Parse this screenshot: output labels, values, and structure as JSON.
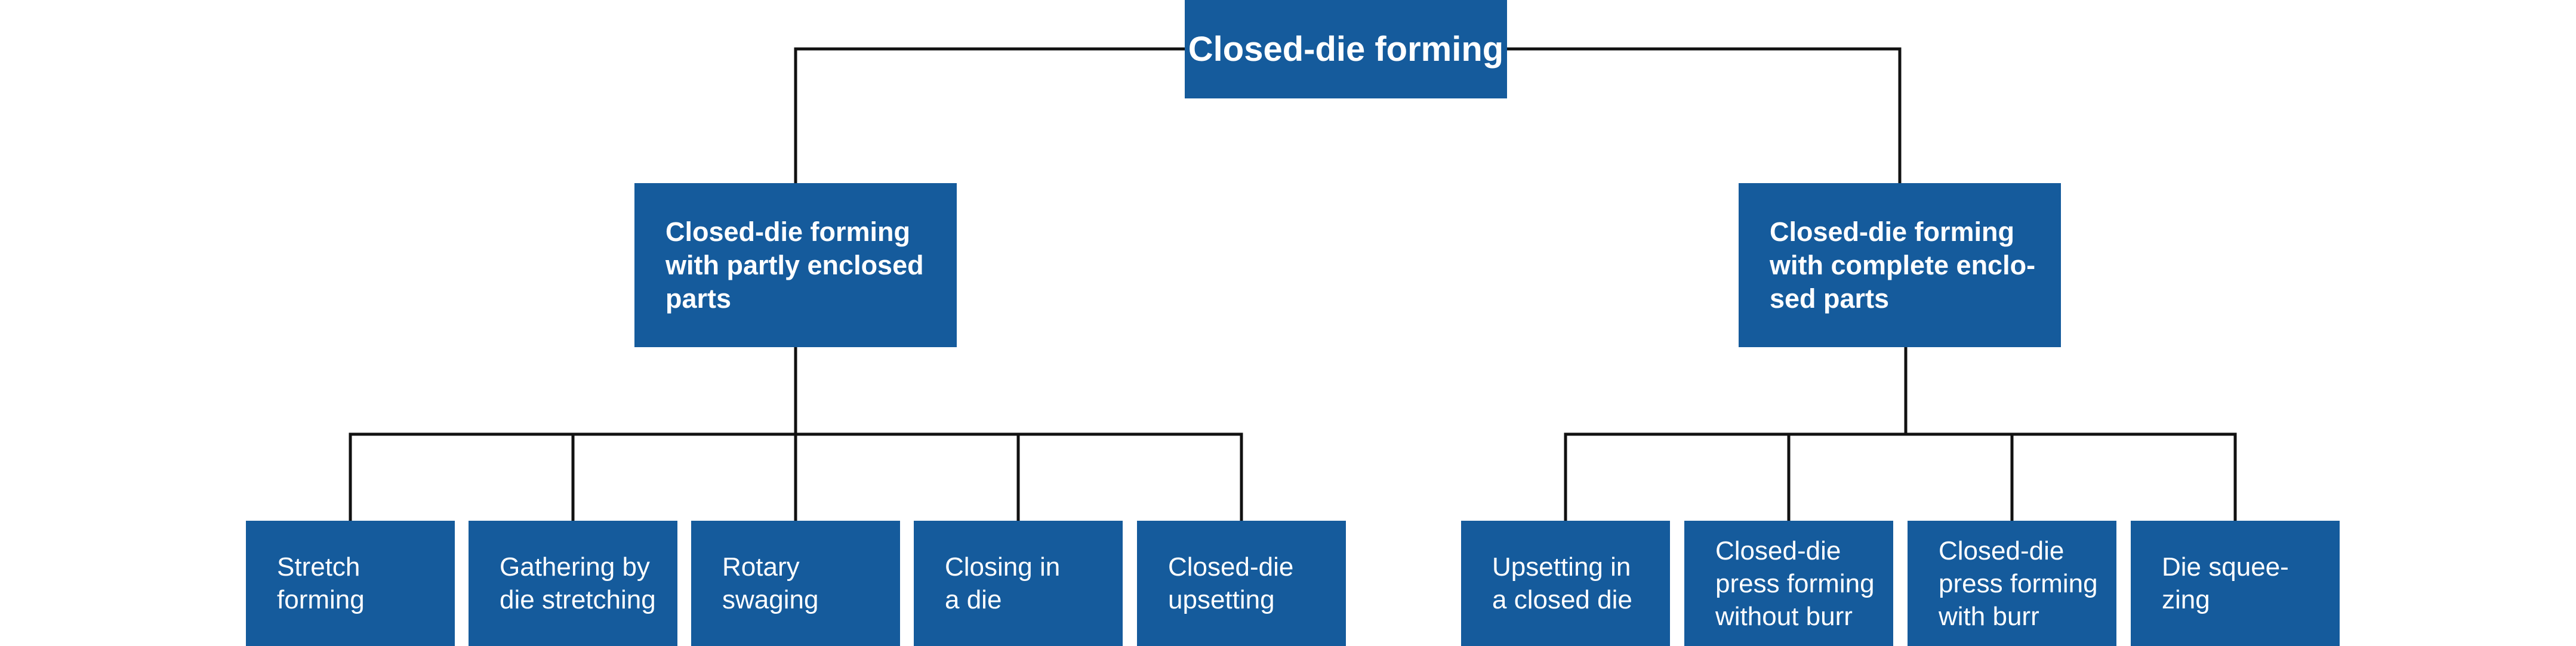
{
  "diagram": {
    "root": {
      "label": "Closed-die forming"
    },
    "branches": [
      {
        "label": "Closed-die forming\nwith partly enclosed\nparts",
        "children": [
          {
            "label": "Stretch\nforming"
          },
          {
            "label": "Gathering by\ndie stretching"
          },
          {
            "label": "Rotary\nswaging"
          },
          {
            "label": "Closing in\na die"
          },
          {
            "label": "Closed-die\nupsetting"
          }
        ]
      },
      {
        "label": "Closed-die forming\nwith complete enclo-\nsed parts",
        "children": [
          {
            "label": "Upsetting in\na closed die"
          },
          {
            "label": "Closed-die\npress forming\nwithout burr"
          },
          {
            "label": "Closed-die\npress forming\nwith burr"
          },
          {
            "label": "Die squee-\nzing"
          }
        ]
      }
    ]
  },
  "colors": {
    "box_fill": "#155b9c",
    "box_text": "#ffffff",
    "connector": "#111111"
  }
}
